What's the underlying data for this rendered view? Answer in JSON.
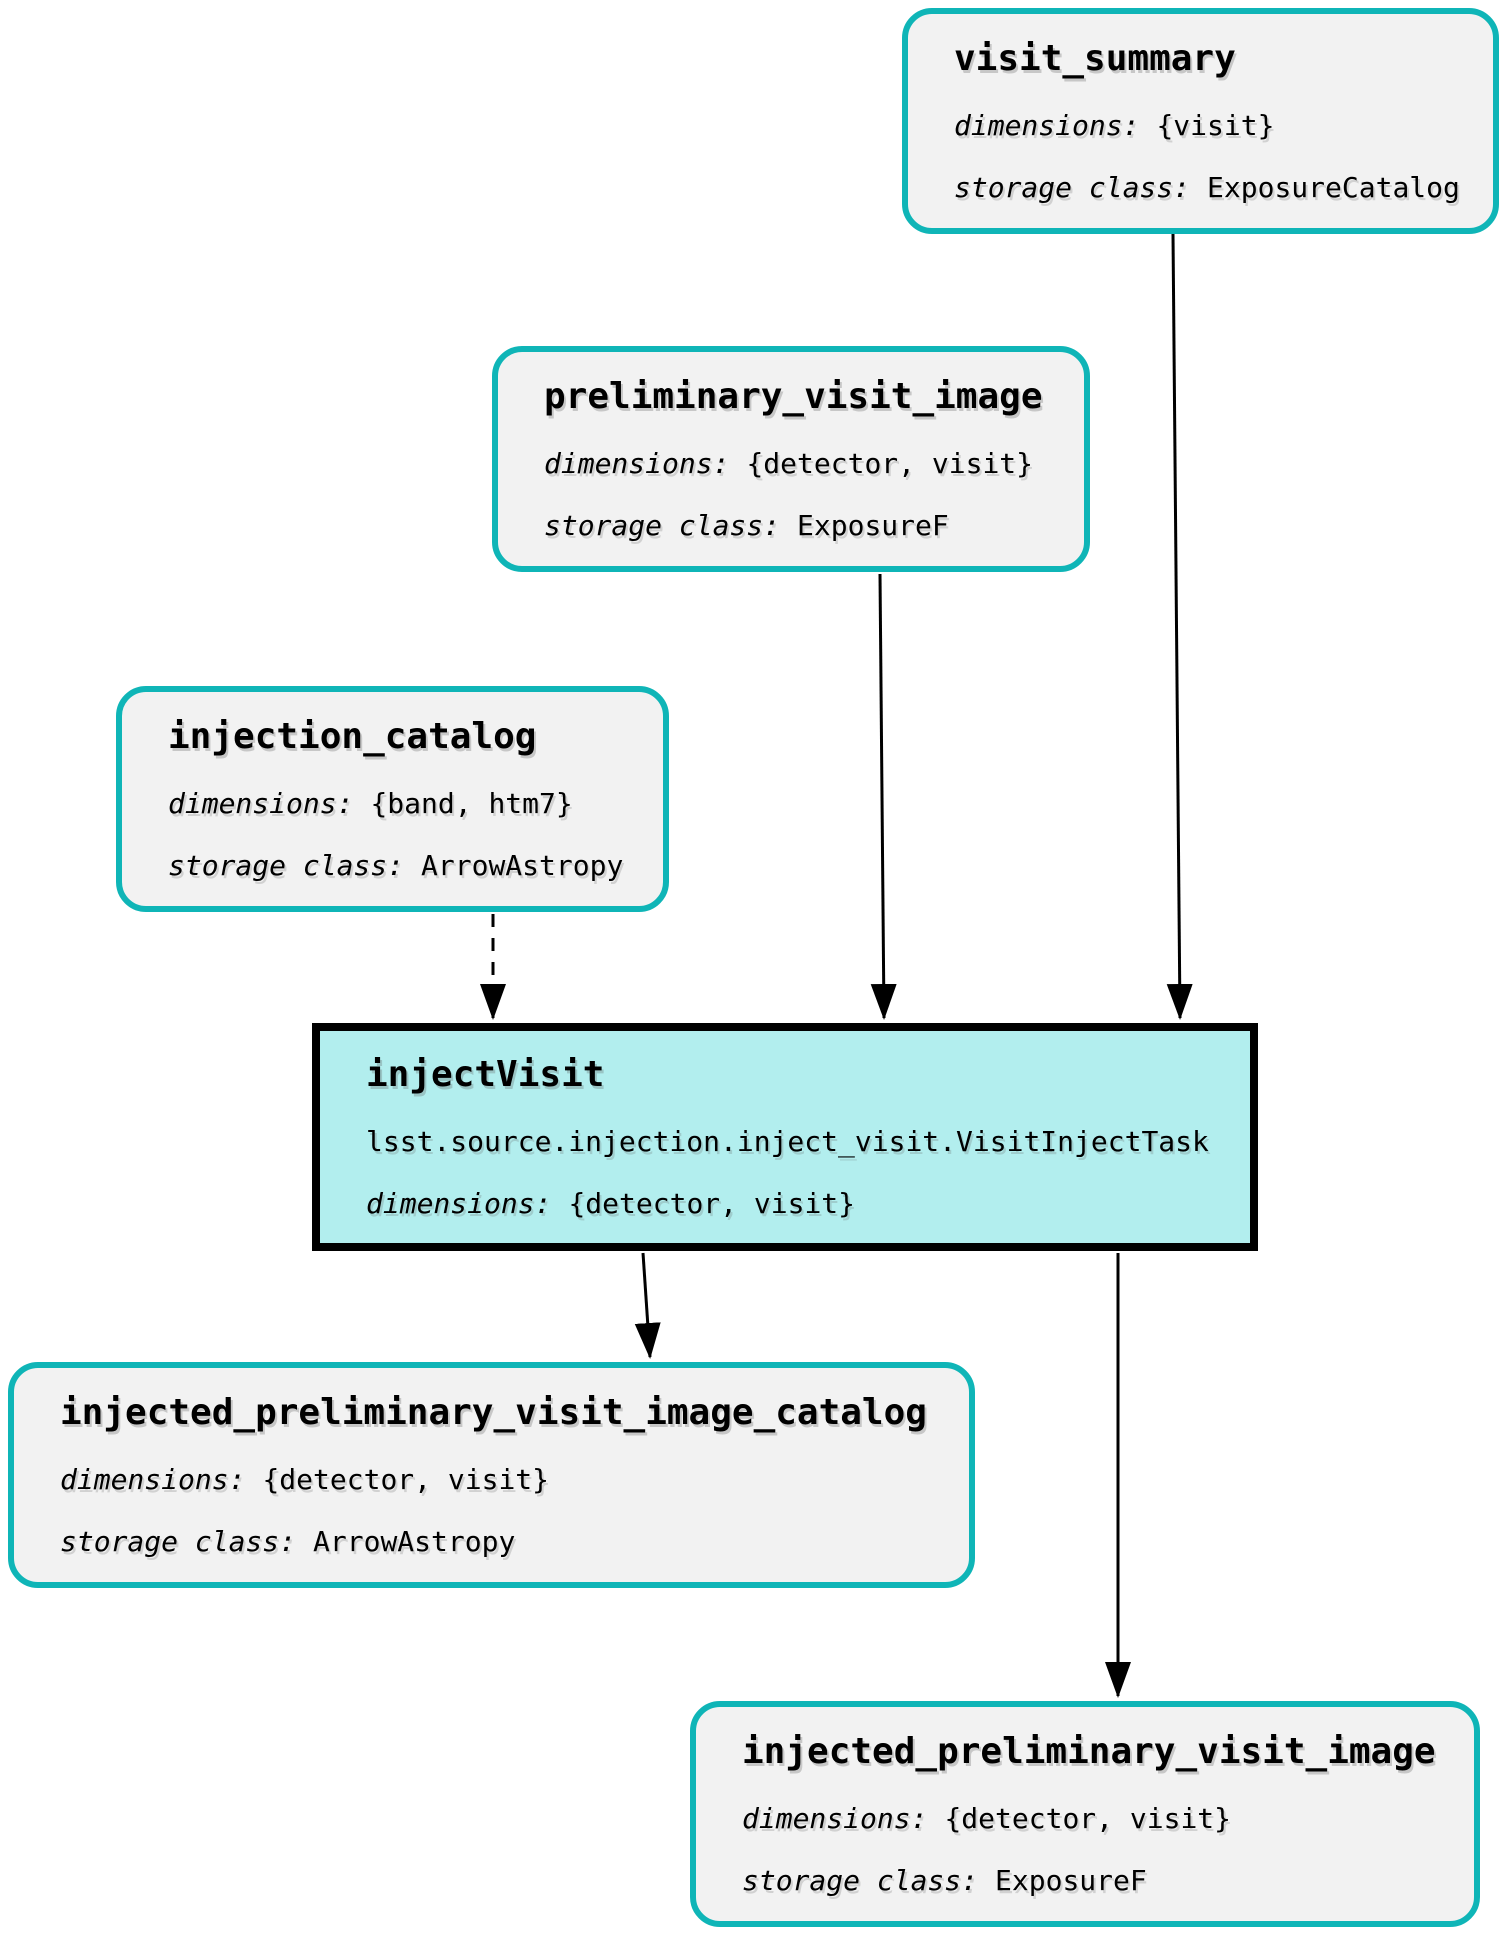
{
  "colors": {
    "accent": "#0fb5b7",
    "dataset_fill": "#f2f2f2",
    "task_fill": "#b2eeee",
    "task_border": "#000000",
    "edge": "#000000",
    "text": "#000000"
  },
  "nodes": {
    "visit_summary": {
      "title": "visit_summary",
      "dimensions_label": "dimensions:",
      "dimensions_value": "{visit}",
      "storage_label": "storage class:",
      "storage_value": "ExposureCatalog"
    },
    "preliminary_visit_image": {
      "title": "preliminary_visit_image",
      "dimensions_label": "dimensions:",
      "dimensions_value": "{detector, visit}",
      "storage_label": "storage class:",
      "storage_value": "ExposureF"
    },
    "injection_catalog": {
      "title": "injection_catalog",
      "dimensions_label": "dimensions:",
      "dimensions_value": "{band, htm7}",
      "storage_label": "storage class:",
      "storage_value": "ArrowAstropy"
    },
    "injectVisit": {
      "title": "injectVisit",
      "task_class": "lsst.source.injection.inject_visit.VisitInjectTask",
      "dimensions_label": "dimensions:",
      "dimensions_value": "{detector, visit}"
    },
    "injected_preliminary_visit_image_catalog": {
      "title": "injected_preliminary_visit_image_catalog",
      "dimensions_label": "dimensions:",
      "dimensions_value": "{detector, visit}",
      "storage_label": "storage class:",
      "storage_value": "ArrowAstropy"
    },
    "injected_preliminary_visit_image": {
      "title": "injected_preliminary_visit_image",
      "dimensions_label": "dimensions:",
      "dimensions_value": "{detector, visit}",
      "storage_label": "storage class:",
      "storage_value": "ExposureF"
    }
  },
  "edges": [
    {
      "from": "visit_summary",
      "to": "injectVisit",
      "style": "solid"
    },
    {
      "from": "preliminary_visit_image",
      "to": "injectVisit",
      "style": "solid"
    },
    {
      "from": "injection_catalog",
      "to": "injectVisit",
      "style": "dashed"
    },
    {
      "from": "injectVisit",
      "to": "injected_preliminary_visit_image_catalog",
      "style": "solid"
    },
    {
      "from": "injectVisit",
      "to": "injected_preliminary_visit_image",
      "style": "solid"
    }
  ]
}
